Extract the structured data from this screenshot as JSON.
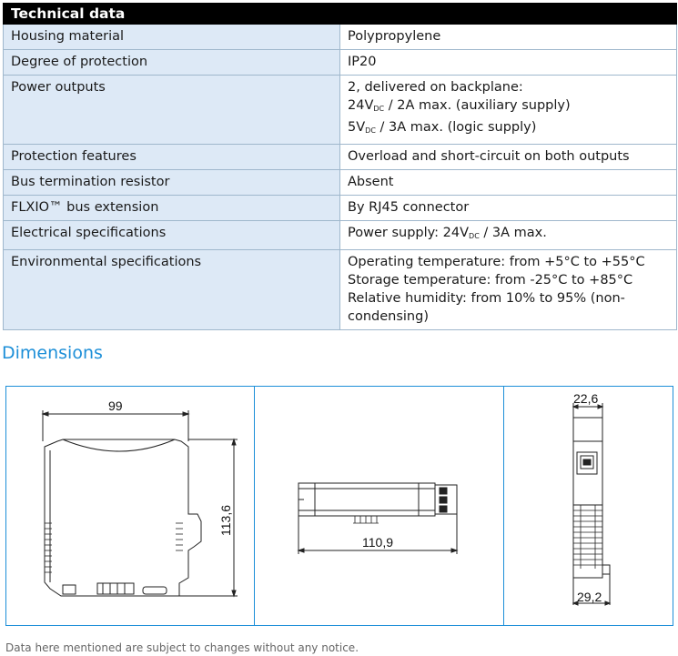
{
  "table": {
    "header": "Technical data",
    "rows": [
      {
        "key": "Housing material",
        "lines": [
          "Polypropylene"
        ]
      },
      {
        "key": "Degree of protection",
        "lines": [
          "IP20"
        ]
      },
      {
        "key": "Power outputs",
        "lines": [
          "2, delivered on backplane:",
          "24VDC / 2A max. (auxiliary supply)",
          "5VDC / 3A max. (logic supply)"
        ]
      },
      {
        "key": "Protection features",
        "lines": [
          "Overload and short-circuit on both outputs"
        ]
      },
      {
        "key": "Bus termination resistor",
        "lines": [
          "Absent"
        ]
      },
      {
        "key": "FLXIO™ bus extension",
        "lines": [
          "By RJ45 connector"
        ]
      },
      {
        "key": "Electrical specifications",
        "lines": [
          "Power supply: 24VDC / 3A max."
        ]
      },
      {
        "key": "Environmental specifications",
        "lines": [
          "Operating temperature: from +5°C to +55°C",
          "Storage temperature: from -25°C to +85°C",
          "Relative humidity: from 10% to 95% (non-",
          "condensing)"
        ]
      }
    ]
  },
  "dimensions": {
    "title": "Dimensions",
    "side_view": {
      "width_label": "99",
      "height_label": "113,6"
    },
    "top_view": {
      "length_label": "110,9"
    },
    "front_view": {
      "width_label": "22,6",
      "depth_label": "29,2"
    }
  },
  "colors": {
    "accent": "#1d8fd8",
    "key_bg": "#dde9f6",
    "header_bg": "#000000"
  },
  "footer_note": "Data here mentioned are subject to changes without any notice."
}
